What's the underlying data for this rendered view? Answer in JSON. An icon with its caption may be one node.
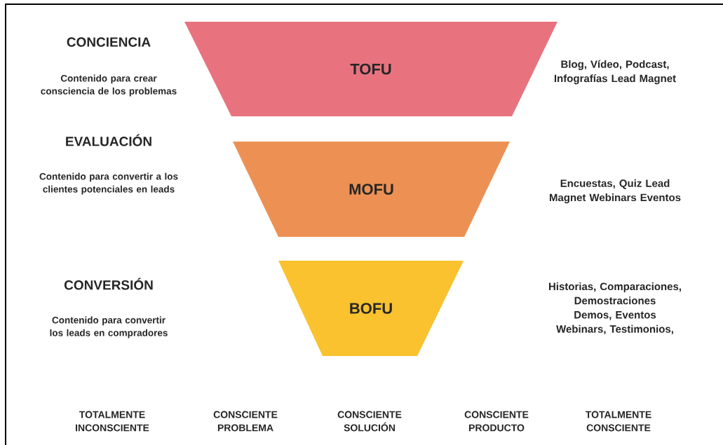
{
  "diagram": {
    "nodes": [
      {
        "text": [
          "TOFU"
        ]
      },
      {
        "text": [
          "MOFU"
        ]
      },
      {
        "text": [
          "BOFU"
        ]
      }
    ],
    "labels": [
      "CONCIENCIA",
      "Contenido para crear consciencia de los problemas",
      "Blog, Vídeo, Podcast, Infografías Lead Magnet",
      "EVALUACIÓN",
      "Contenido para convertir a los clientes potenciales en leads",
      "Encuestas, Quiz Lead Magnet Webinars Eventos",
      "CONVERSIÓN",
      "Contenido para convertir los leads en compradores",
      "Historias, Comparaciones, Demostraciones Demos, Eventos Webinars, Testimonios,",
      "TOTALMENTE INCONSCIENTE",
      "CONSCIENTE PROBLEMA",
      "CONSCIENTE SOLUCIÓN",
      "CONSCIENTE PRODUCTO",
      "TOTALMENTE CONSCIENTE"
    ]
  }
}
